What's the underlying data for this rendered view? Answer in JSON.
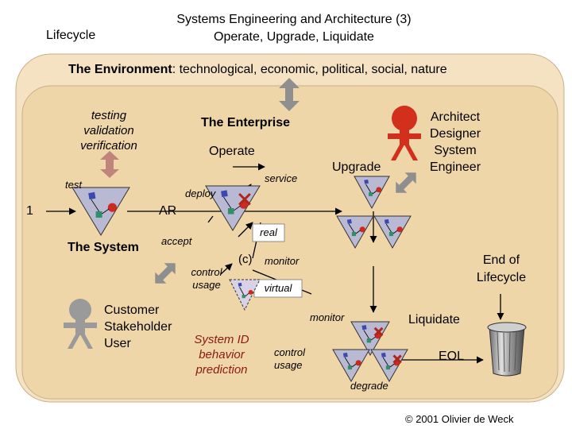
{
  "header": {
    "section_label": "Lifecycle",
    "title_line1": "Systems Engineering and Architecture (3)",
    "title_line2": "Operate, Upgrade, Liquidate"
  },
  "environment": {
    "label_bold": "The Environment",
    "label_rest": ": technological, economic, political, social, nature"
  },
  "enterprise": {
    "title": "The Enterprise",
    "testing": [
      "testing",
      "validation",
      "verification"
    ],
    "operate": "Operate",
    "upgrade": "Upgrade",
    "roles": [
      "Architect",
      "Designer",
      "System",
      "Engineer"
    ],
    "service": "service",
    "test": "test",
    "deploy": "deploy",
    "step_number": "1",
    "ar": "AR",
    "the_system": "The System",
    "accept": "accept",
    "real": "real",
    "c_label": "(c)",
    "monitor_1": "monitor",
    "control_usage_1": [
      "control",
      "usage"
    ],
    "virtual": "virtual",
    "end_of_lifecycle": [
      "End of",
      "Lifecycle"
    ],
    "monitor_2": "monitor",
    "liquidate": "Liquidate",
    "customer": [
      "Customer",
      "Stakeholder",
      "User"
    ],
    "system_id": [
      "System ID",
      "behavior",
      "prediction"
    ],
    "control_usage_2": [
      "control",
      "usage"
    ],
    "eol": "EOL",
    "degrade": "degrade"
  },
  "footer": {
    "copyright": "© 2001 Olivier de Weck"
  },
  "colors": {
    "environment_fill": "#f4e2c3",
    "enterprise_fill": "#efd6a8",
    "triangle_fill": "#b9b9d3",
    "red_node": "#cc2a1e",
    "green_node": "#2f8f66",
    "blue_node": "#3c48b0",
    "person_red": "#d22f1c",
    "person_gray": "#9a9a9a",
    "arrow_gray": "#8f8f8f",
    "arrow_pink": "#c0847a"
  }
}
